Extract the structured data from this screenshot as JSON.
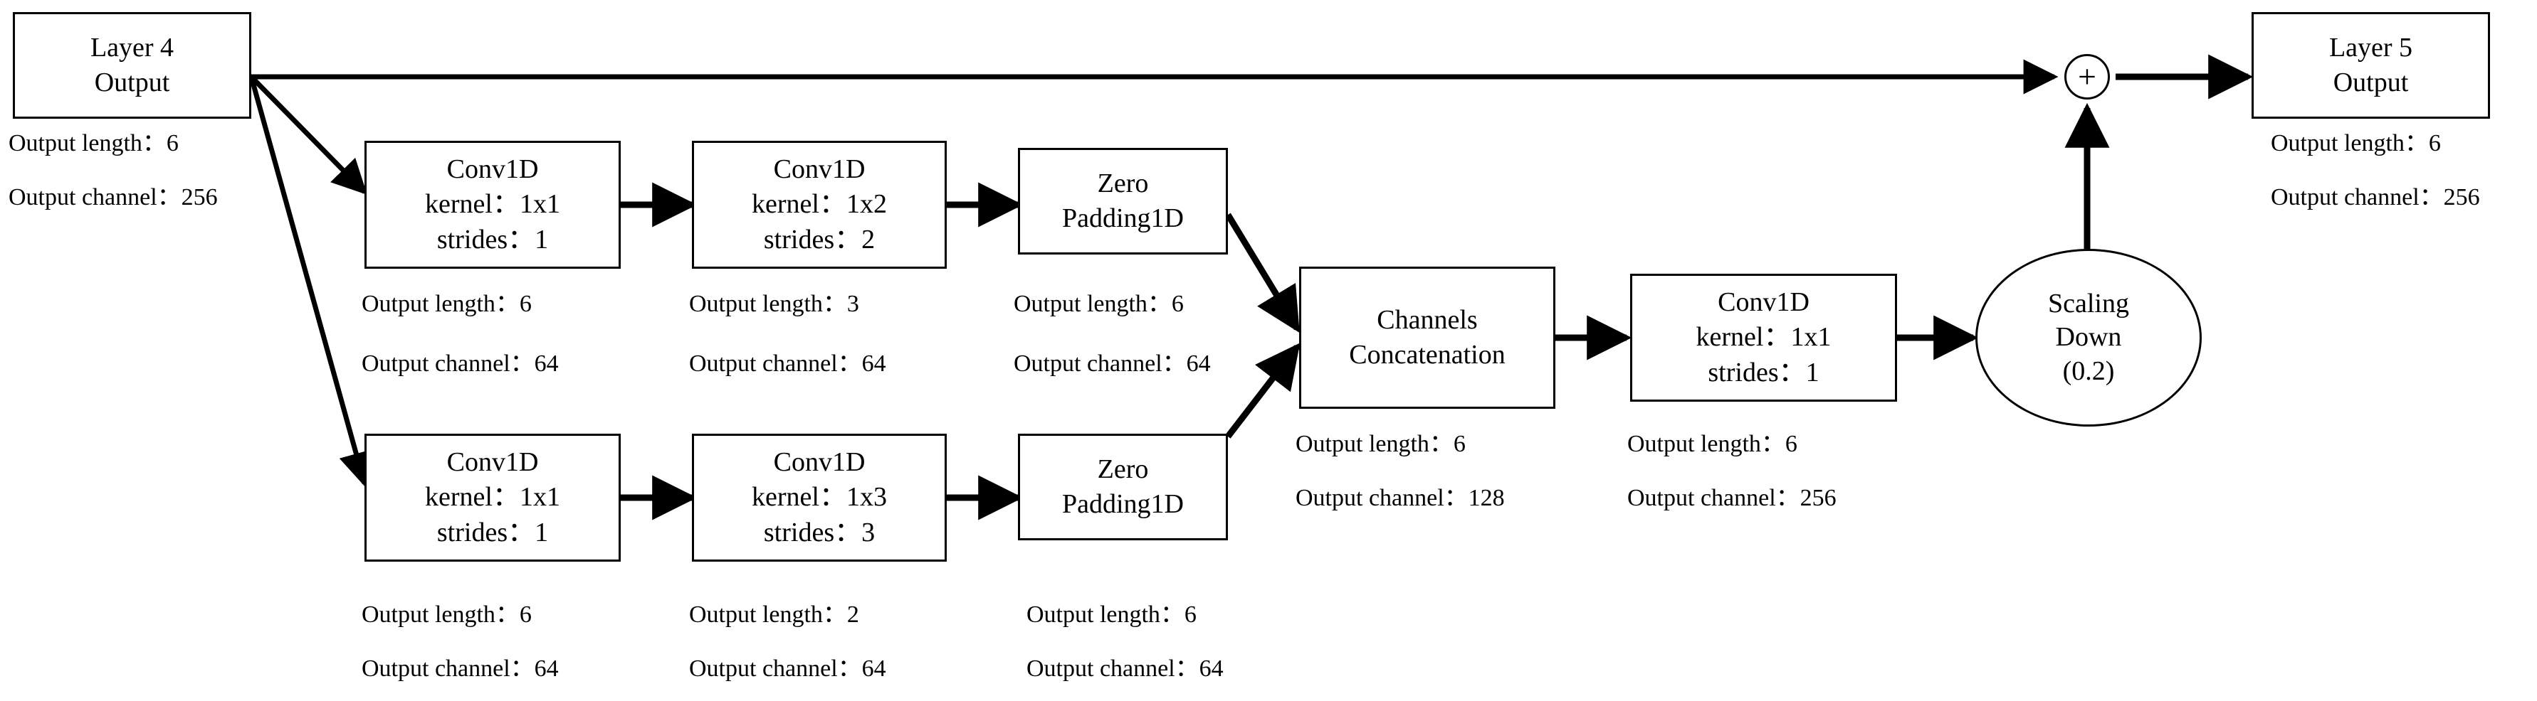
{
  "diagram": {
    "title": "Residual multi-scale Conv1D block: Layer 4 Output to Layer 5 Output",
    "stroke_color": "#000000",
    "background_color": "#ffffff"
  },
  "nodes": {
    "layer4": {
      "line1": "Layer 4",
      "line2": "Output",
      "out_length": "Output length：6",
      "out_channel": "Output channel：256"
    },
    "top_conv_a": {
      "line1": "Conv1D",
      "line2": "kernel：1x1",
      "line3": "strides：1",
      "out_length": "Output length：6",
      "out_channel": "Output channel：64"
    },
    "top_conv_b": {
      "line1": "Conv1D",
      "line2": "kernel：1x2",
      "line3": "strides：2",
      "out_length": "Output length：3",
      "out_channel": "Output channel：64"
    },
    "top_zeropad": {
      "line1": "Zero",
      "line2": "Padding1D",
      "out_length": "Output length：6",
      "out_channel": "Output channel：64"
    },
    "bottom_conv_a": {
      "line1": "Conv1D",
      "line2": "kernel：1x1",
      "line3": "strides：1",
      "out_length": "Output length：6",
      "out_channel": "Output channel：64"
    },
    "bottom_conv_b": {
      "line1": "Conv1D",
      "line2": "kernel：1x3",
      "line3": "strides：3",
      "out_length": "Output length：2",
      "out_channel": "Output channel：64"
    },
    "bottom_zeropad": {
      "line1": "Zero",
      "line2": "Padding1D",
      "out_length": "Output length：6",
      "out_channel": "Output channel：64"
    },
    "concat": {
      "line1": "Channels",
      "line2": "Concatenation",
      "out_length": "Output length：6",
      "out_channel": "Output channel：128"
    },
    "final_conv": {
      "line1": "Conv1D",
      "line2": "kernel：1x1",
      "line3": "strides：1",
      "out_length": "Output length：6",
      "out_channel": "Output channel：256"
    },
    "scaling": {
      "line1": "Scaling",
      "line2": "Down",
      "line3": "(0.2)"
    },
    "sum": {
      "symbol": "+"
    },
    "layer5": {
      "line1": "Layer 5",
      "line2": "Output",
      "out_length": "Output length：6",
      "out_channel": "Output channel：256"
    }
  }
}
